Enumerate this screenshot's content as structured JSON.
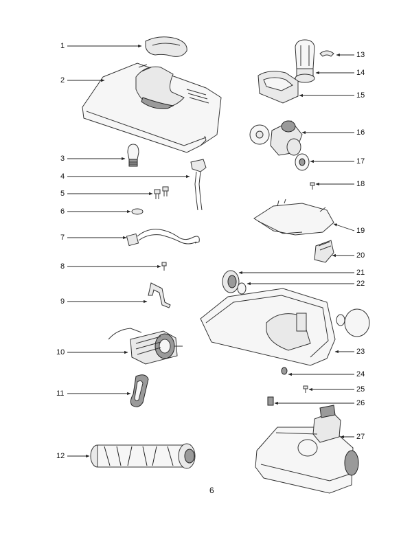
{
  "page_number": "6",
  "callouts": [
    "1",
    "2",
    "3",
    "4",
    "5",
    "6",
    "7",
    "8",
    "9",
    "10",
    "11",
    "12",
    "13",
    "14",
    "15",
    "16",
    "17",
    "18",
    "19",
    "20",
    "21",
    "22",
    "23",
    "24",
    "25",
    "26",
    "27"
  ]
}
